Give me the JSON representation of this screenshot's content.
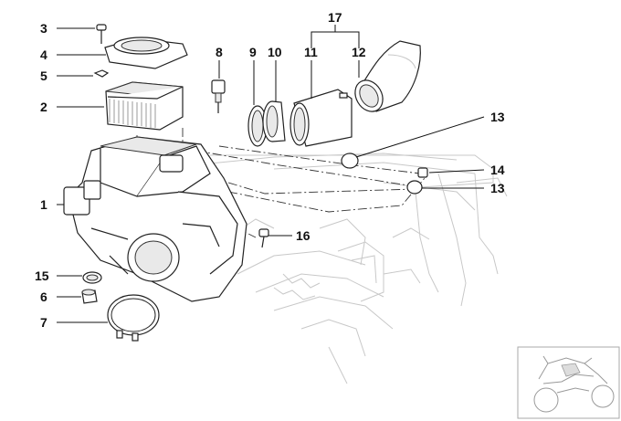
{
  "labels": {
    "p1": "1",
    "p2": "2",
    "p3": "3",
    "p4": "4",
    "p5": "5",
    "p6": "6",
    "p7": "7",
    "p8": "8",
    "p9": "9",
    "p10": "10",
    "p11": "11",
    "p12": "12",
    "p13a": "13",
    "p13b": "13",
    "p14": "14",
    "p15": "15",
    "p16": "16",
    "p17": "17"
  }
}
